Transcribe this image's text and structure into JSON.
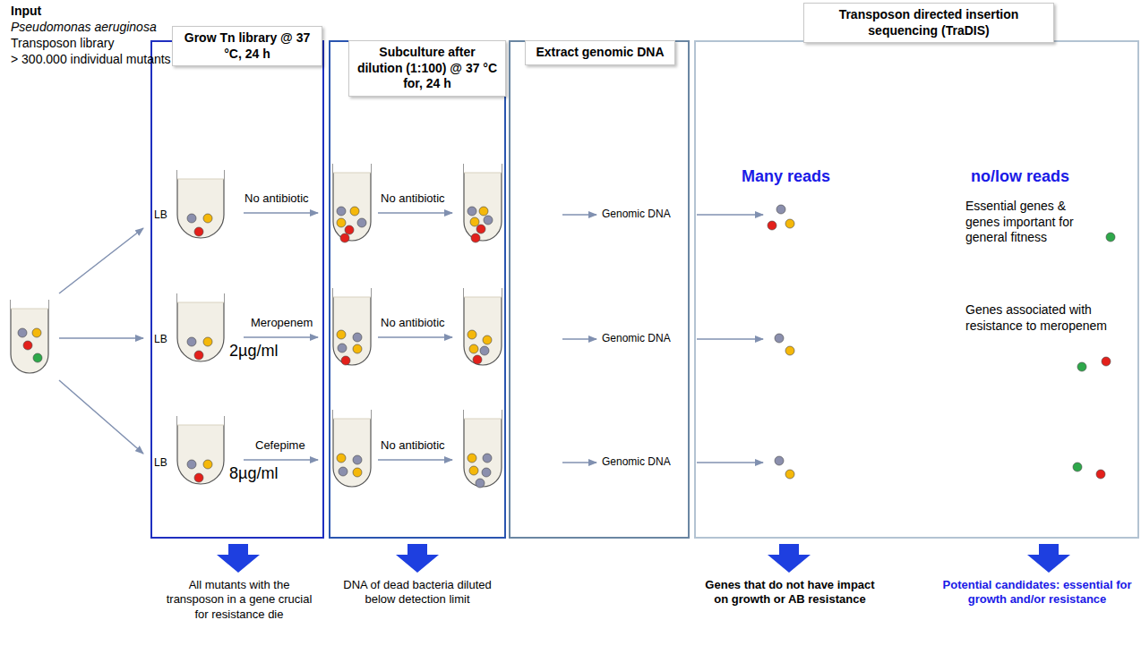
{
  "diagram": {
    "nodes": [
      {
        "text": [
          "Grow Tn library @ 37 °C, 24 h"
        ]
      },
      {
        "text": [
          "Subculture after dilution (1:100) @ 37 °C for, 24 h"
        ]
      },
      {
        "text": [
          "Extract genomic DNA"
        ]
      },
      {
        "text": [
          "Transposon directed insertion sequencing (TraDIS)"
        ]
      }
    ],
    "labels": [
      "Input",
      "Pseudomonas aeruginosa",
      "Transposon library",
      "> 300.000 individual mutants",
      "LB",
      "No antibiotic",
      "LB",
      "Meropenem",
      "2µg/ml",
      "LB",
      "Cefepime",
      "8µg/ml",
      "No antibiotic",
      "No antibiotic",
      "No antibiotic",
      "Genomic DNA",
      "Genomic DNA",
      "Genomic DNA",
      "Many reads",
      "no/low reads",
      "Essential genes & genes important for general fitness",
      "Genes associated with resistance to meropenem",
      "All mutants with the transposon in a gene crucial for resistance die",
      "DNA of dead bacteria diluted below detection limit",
      "Genes that do not have impact on growth or AB resistance",
      "Potential candidates: essential for growth and/or resistance"
    ]
  }
}
